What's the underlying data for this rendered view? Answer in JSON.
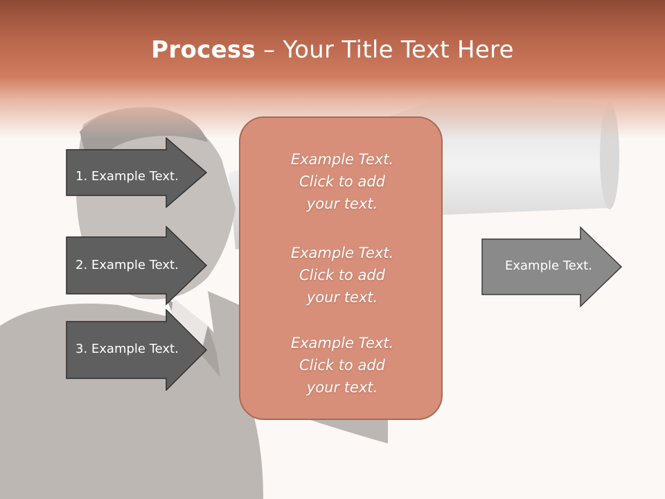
{
  "title": {
    "bold": "Process",
    "rest": " – Your Title Text Here"
  },
  "left_arrows": [
    {
      "label": "1. Example Text."
    },
    {
      "label": "2. Example Text."
    },
    {
      "label": "3. Example Text."
    }
  ],
  "center_box": {
    "blocks": [
      {
        "line1": "Example Text.",
        "line2": "Click  to add",
        "line3": "your text."
      },
      {
        "line1": "Example Text.",
        "line2": "Click  to add",
        "line3": "your text."
      },
      {
        "line1": "Example Text.",
        "line2": "Click  to add",
        "line3": "your text."
      }
    ]
  },
  "right_arrow": {
    "label": "Example Text."
  },
  "colors": {
    "header_accent": "#c8775c",
    "dark_arrow": "#5f5f5f",
    "light_arrow": "#8a8a8a",
    "center_box": "#d78f7a"
  }
}
